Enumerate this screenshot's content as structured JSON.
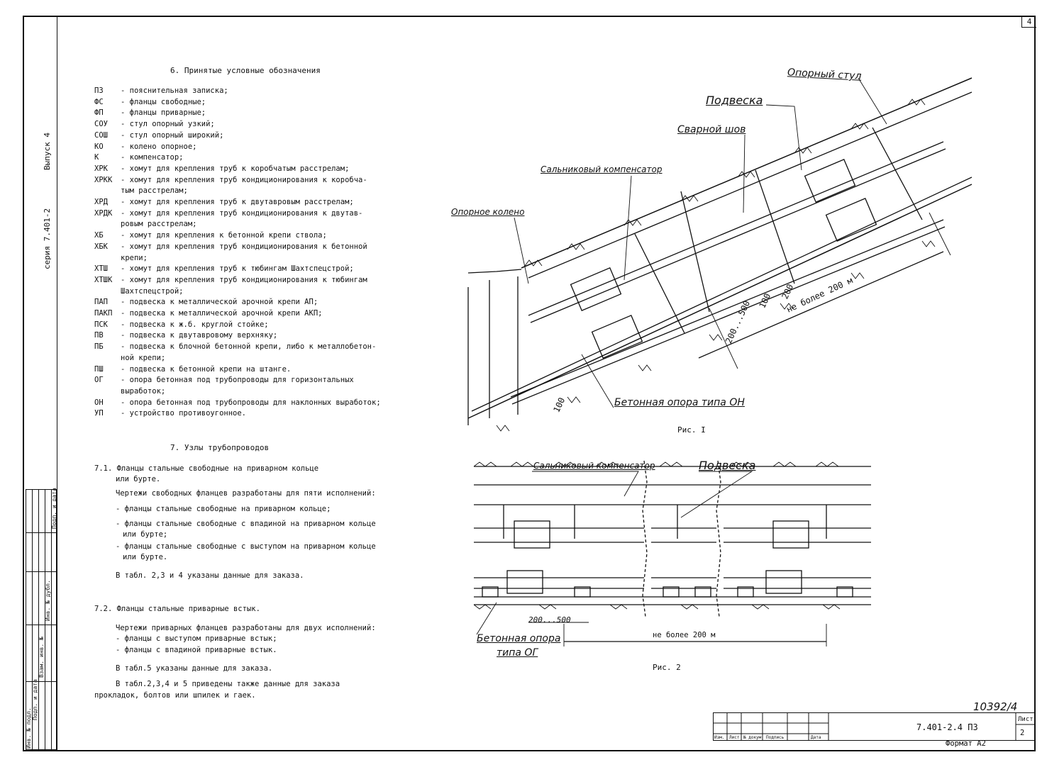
{
  "sheet_number": "4",
  "side": {
    "series": "серия 7.401-2",
    "issue": "Выпуск 4",
    "stamp_labels": [
      "Инв. № подл.",
      "Подп. и дата",
      "Взам. инв. №",
      "Инв. № дубл.",
      "Подп. и дата"
    ]
  },
  "section6": {
    "title": "6. Принятые условные обозначения",
    "items": [
      {
        "code": "ПЗ",
        "text": "- пояснительная записка;"
      },
      {
        "code": "ФС",
        "text": "- фланцы свободные;"
      },
      {
        "code": "ФП",
        "text": "- фланцы приварные;"
      },
      {
        "code": "СОУ",
        "text": "- стул опорный узкий;"
      },
      {
        "code": "СОШ",
        "text": "- стул опорный широкий;"
      },
      {
        "code": "КО",
        "text": "- колено опорное;"
      },
      {
        "code": "К",
        "text": "- компенсатор;"
      },
      {
        "code": "ХРК",
        "text": "- хомут для крепления труб к коробчатым расстрелам;"
      },
      {
        "code": "ХРКК",
        "text": "- хомут для крепления труб кондиционирования к коробча-"
      },
      {
        "code": "",
        "text": "  тым расстрелам;"
      },
      {
        "code": "ХРД",
        "text": "- хомут для крепления труб к двутавровым расстрелам;"
      },
      {
        "code": "ХРДК",
        "text": "- хомут для крепления труб кондиционирования к двутав-"
      },
      {
        "code": "",
        "text": "  ровым расстрелам;"
      },
      {
        "code": "ХБ",
        "text": "- хомут для крепления к бетонной крепи ствола;"
      },
      {
        "code": "ХБК",
        "text": "- хомут для крепления труб кондиционирования к бетонной"
      },
      {
        "code": "",
        "text": "  крепи;"
      },
      {
        "code": "ХТШ",
        "text": "- хомут для крепления труб к тюбингам Шахтспецстрой;"
      },
      {
        "code": "ХТШК",
        "text": "- хомут для крепления труб кондиционирования к тюбингам"
      },
      {
        "code": "",
        "text": "  Шахтспецстрой;"
      },
      {
        "code": "ПАП",
        "text": "- подвеска к металлической арочной крепи АП;"
      },
      {
        "code": "ПАКП",
        "text": "- подвеска к металлической арочной крепи АКП;"
      },
      {
        "code": "ПСК",
        "text": "- подвеска к ж.б. круглой стойке;"
      },
      {
        "code": "ПВ",
        "text": "- подвеска к двутавровому верхняку;"
      },
      {
        "code": "ПБ",
        "text": "- подвеска к блочной бетонной крепи, либо к металлобетон-"
      },
      {
        "code": "",
        "text": "  ной крепи;"
      },
      {
        "code": "ПШ",
        "text": "- подвеска к бетонной крепи на штанге."
      },
      {
        "code": "ОГ",
        "text": "- опора бетонная под трубопроводы для горизонтальных"
      },
      {
        "code": "",
        "text": "  выработок;"
      },
      {
        "code": "ОН",
        "text": "- опора бетонная под трубопроводы для наклонных выработок;"
      },
      {
        "code": "УП",
        "text": "- устройство противоугонное."
      }
    ]
  },
  "section7": {
    "title": "7. Узлы трубопроводов",
    "p71_a": "7.1. Фланцы стальные свободные на приварном кольце",
    "p71_b": "или бурте.",
    "p71_c": "Чертежи свободных фланцев разработаны для пяти исполнений:",
    "p71_d": "- фланцы стальные свободные на приварном кольце;",
    "p71_e": "- фланцы стальные свободные с впадиной на приварном кольце",
    "p71_f": "или бурте;",
    "p71_g": "- фланцы стальные свободные с выступом на приварном кольце",
    "p71_h": "или бурте.",
    "p71_i": "В табл. 2,3 и 4 указаны данные для заказа.",
    "p72_a": "7.2. Фланцы стальные приварные встык.",
    "p72_b": "Чертежи приварных фланцев разработаны для двух исполнений:",
    "p72_c": "- фланцы с выступом приварные встык;",
    "p72_d": "- фланцы с впадиной приварные встык.",
    "p72_e": "В табл.5 указаны данные для заказа.",
    "p72_f": "В табл.2,3,4 и 5 приведены также данные для заказа",
    "p72_g": "прокладок, болтов или шпилек и гаек."
  },
  "fig1": {
    "caption": "Рис. I",
    "labels": {
      "support_chair": "Опорный стул",
      "hanger": "Подвеска",
      "weld": "Сварной шов",
      "gland_comp": "Сальниковый компенсатор",
      "support_knee": "Опорное колено",
      "concrete_on": "Бетонная опора типа ОН",
      "dim_200_500": "200...500",
      "dim_100": "100",
      "dim_200": "200",
      "dim_max": "не более 200 м",
      "dim_100b": "100"
    }
  },
  "fig2": {
    "caption": "Рис. 2",
    "labels": {
      "gland_comp": "Сальниковый компенсатор",
      "hanger": "Подвеска",
      "concrete_og_a": "Бетонная опора",
      "concrete_og_b": "типа ОГ",
      "dim_200_500": "200...500",
      "dim_max": "не более 200 м"
    }
  },
  "title_block": {
    "handwritten": "10392/4",
    "doc_code": "7.401-2.4 ПЗ",
    "sheet_label": "Лист",
    "sheet": "2",
    "format": "Формат А2",
    "cols": [
      "Изм.",
      "Лист",
      "№ докум.",
      "Подпись",
      "Дата"
    ]
  }
}
